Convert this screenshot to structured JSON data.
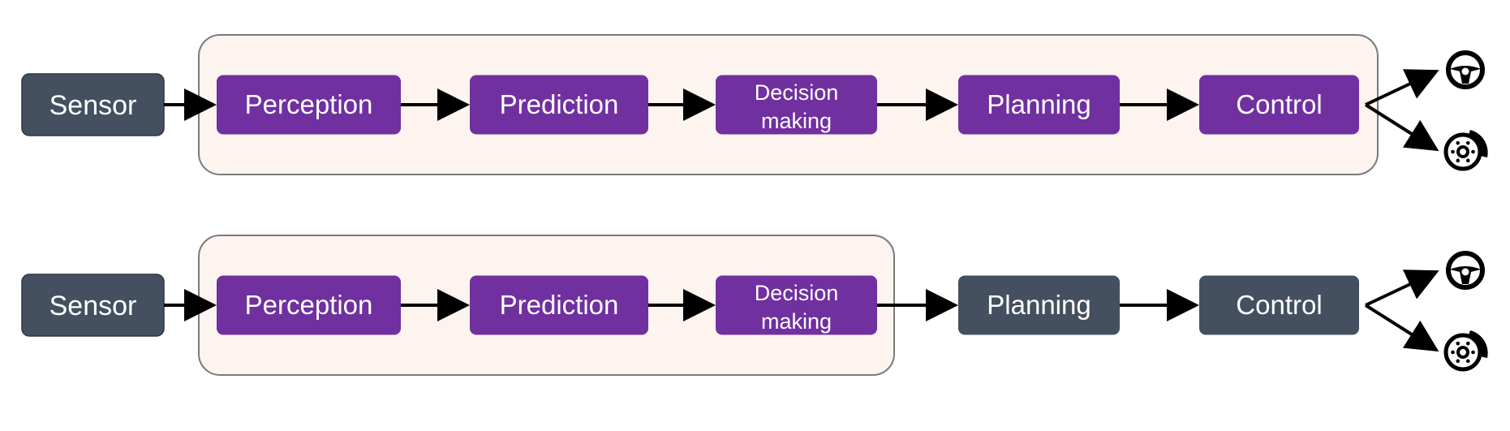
{
  "colors": {
    "sensor": "#44505f",
    "module": "#7030a0",
    "classic_module": "#44505f",
    "group_fill": "#fdf3ef",
    "group_stroke": "#7a7a7a",
    "arrow": "#000000"
  },
  "rows": [
    {
      "sensor": "Sensor",
      "modules": [
        {
          "label": "Perception",
          "style": "module"
        },
        {
          "label": "Prediction",
          "style": "module"
        },
        {
          "label": [
            "Decision",
            "making"
          ],
          "style": "module"
        },
        {
          "label": "Planning",
          "style": "module"
        },
        {
          "label": "Control",
          "style": "module"
        }
      ],
      "grouped_modules": 5,
      "outputs": [
        "steering-wheel-icon",
        "brake-disc-icon"
      ]
    },
    {
      "sensor": "Sensor",
      "modules": [
        {
          "label": "Perception",
          "style": "module"
        },
        {
          "label": "Prediction",
          "style": "module"
        },
        {
          "label": [
            "Decision",
            "making"
          ],
          "style": "module"
        },
        {
          "label": "Planning",
          "style": "classic_module"
        },
        {
          "label": "Control",
          "style": "classic_module"
        }
      ],
      "grouped_modules": 3,
      "outputs": [
        "steering-wheel-icon",
        "brake-disc-icon"
      ]
    }
  ]
}
